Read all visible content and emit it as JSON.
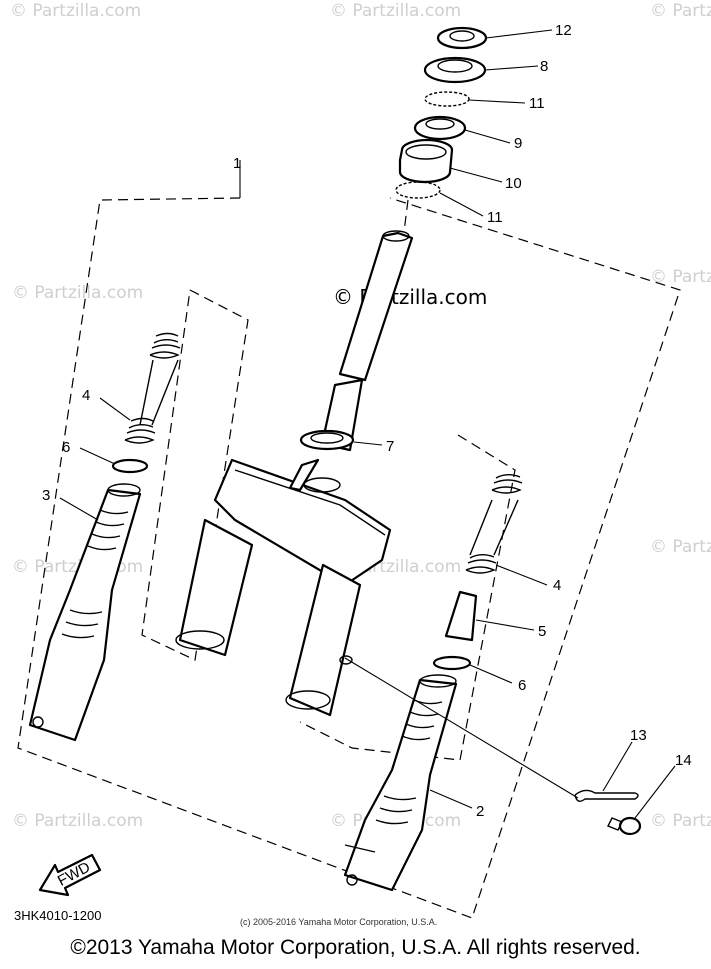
{
  "watermark": {
    "text": "© Partzilla.com",
    "center_text": "© Partzilla.com"
  },
  "callouts": [
    "1",
    "2",
    "3",
    "4",
    "4",
    "5",
    "6",
    "6",
    "7",
    "8",
    "9",
    "10",
    "11",
    "11",
    "12",
    "13",
    "14"
  ],
  "labels": {
    "c1": "1",
    "c2": "2",
    "c3": "3",
    "c4a": "4",
    "c4b": "4",
    "c5": "5",
    "c6a": "6",
    "c6b": "6",
    "c7": "7",
    "c8": "8",
    "c9": "9",
    "c10": "10",
    "c11a": "11",
    "c11b": "11",
    "c12": "12",
    "c13": "13",
    "c14": "14",
    "fwd": "FWD"
  },
  "part_number": "3HK4010-1200",
  "small_copyright": "(c) 2005-2016 Yamaha Motor Corporation, U.S.A.",
  "footer": "©2013 Yamaha Motor Corporation, U.S.A. All rights reserved."
}
